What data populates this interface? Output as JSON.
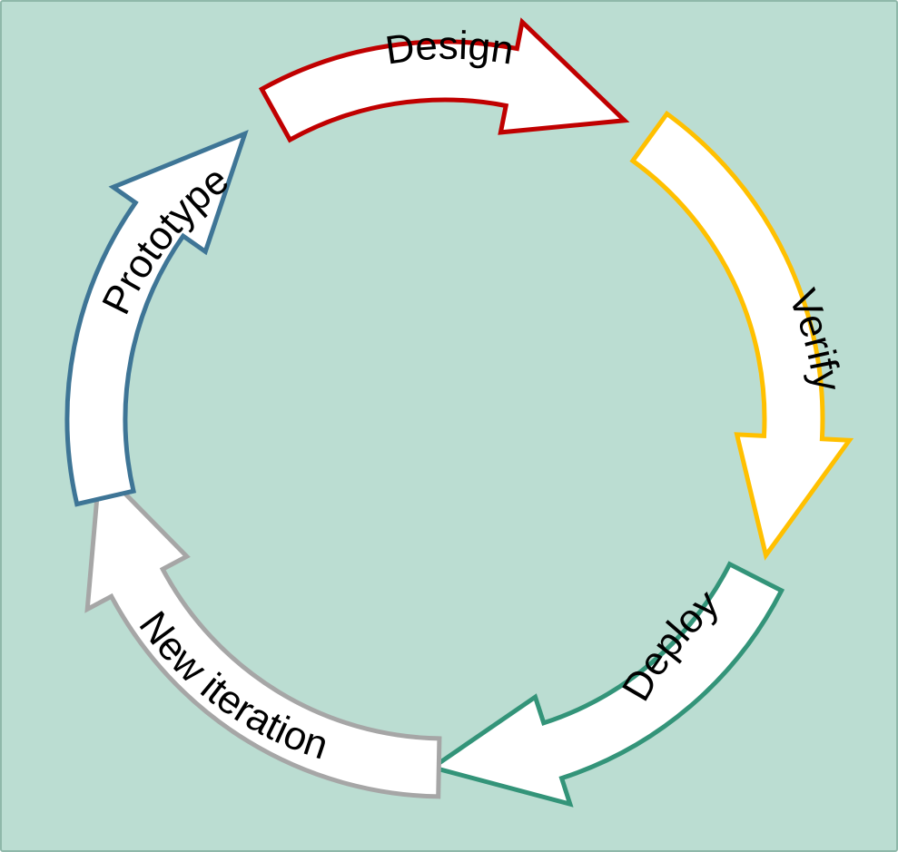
{
  "diagram": {
    "background_color": "#bbddd2",
    "border_color": "#8fb8aa",
    "arrow_fill": "#ffffff",
    "stages": [
      {
        "id": "design",
        "label": "Design",
        "color": "#c00000"
      },
      {
        "id": "verify",
        "label": "Verify",
        "color": "#ffc000"
      },
      {
        "id": "deploy",
        "label": "Deploy",
        "color": "#339479"
      },
      {
        "id": "new-iteration",
        "label": "New iteration",
        "color": "#a6a6a6"
      },
      {
        "id": "prototype",
        "label": "Prototype",
        "color": "#3e7596"
      }
    ]
  }
}
